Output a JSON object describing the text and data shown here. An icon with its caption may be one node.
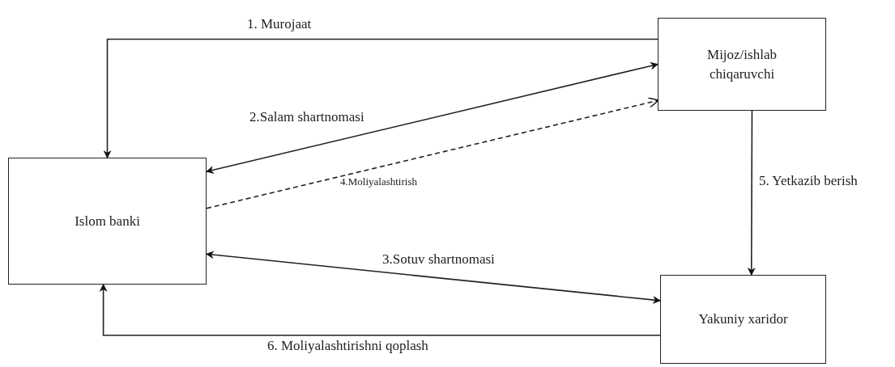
{
  "diagram": {
    "nodes": [
      {
        "text": [
          "Islom banki"
        ]
      },
      {
        "text": [
          "Mijoz/ishlab chiqaruvchi"
        ]
      },
      {
        "text": [
          "Yakuniy xaridor"
        ]
      }
    ],
    "edges": [
      {
        "from": 1,
        "to": 0,
        "arrow": "to",
        "label": "1. Murojaat"
      },
      {
        "from": 0,
        "to": 1,
        "arrow": "both",
        "label": "2.Salam shartnomasi"
      },
      {
        "from": 0,
        "to": 2,
        "arrow": "both",
        "label": "3.Sotuv shartnomasi"
      },
      {
        "from": 0,
        "to": 1,
        "arrow": "to",
        "style": "dashed",
        "label": "4.Moliyalashtirish"
      },
      {
        "from": 1,
        "to": 2,
        "arrow": "to",
        "label": "5. Yetkazib berish"
      },
      {
        "from": 2,
        "to": 0,
        "arrow": "to",
        "label": "6. Moliyalashtirishni qoplash"
      }
    ]
  }
}
